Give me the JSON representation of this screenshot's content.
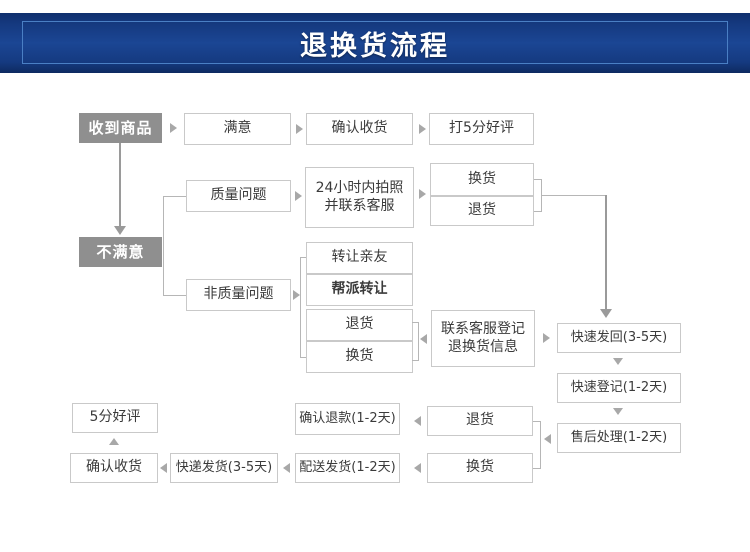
{
  "header": {
    "title": "退换货流程"
  },
  "flow": {
    "start": "收到商品",
    "unsatisfied": "不满意",
    "satisfied": "满意",
    "confirm_receipt_top": "确认收货",
    "five_star_top": "打5分好评",
    "quality_issue": "质量问题",
    "photo_contact": "24小时内拍照\n并联系客服",
    "exchange_q": "换货",
    "return_q": "退货",
    "non_quality_issue": "非质量问题",
    "transfer_friend": "转让亲友",
    "gang_transfer": "帮派转让",
    "return_nq": "退货",
    "exchange_nq": "换货",
    "contact_service": "联系客服登记\n退换货信息",
    "fast_send_back": "快速发回(3-5天)",
    "fast_register": "快速登记(1-2天)",
    "after_sales": "售后处理(1-2天)",
    "return_bottom": "退货",
    "exchange_bottom": "换货",
    "confirm_refund": "确认退款(1-2天)",
    "delivery_ship": "配送发货(1-2天)",
    "express_ship": "快递发货(3-5天)",
    "confirm_receipt_bottom": "确认收货",
    "five_star_bottom": "5分好评"
  },
  "colors": {
    "banner_blue": "#15397f",
    "banner_inner_border": "#4a7fc4",
    "node_border": "#c9c9c9",
    "node_text": "#3b3b3b",
    "gray_node_bg": "#8f8f8f",
    "connector": "#b6b6b6"
  }
}
